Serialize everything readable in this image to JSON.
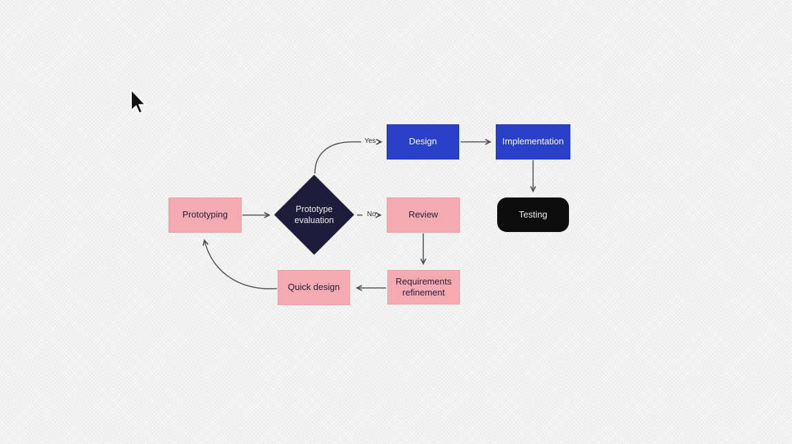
{
  "diagram": {
    "nodes": {
      "prototyping": {
        "label": "Prototyping"
      },
      "evaluation": {
        "line1": "Prototype",
        "line2": "evaluation"
      },
      "design": {
        "label": "Design"
      },
      "implementation": {
        "label": "Implementation"
      },
      "testing": {
        "label": "Testing"
      },
      "review": {
        "label": "Review"
      },
      "requirements": {
        "line1": "Requirements",
        "line2": "refinement"
      },
      "quick_design": {
        "label": "Quick design"
      }
    },
    "edges": {
      "yes_label": "Yes",
      "no_label": "No",
      "connections": [
        {
          "from": "Prototyping",
          "to": "Prototype evaluation"
        },
        {
          "from": "Prototype evaluation",
          "to": "Design",
          "label": "Yes"
        },
        {
          "from": "Prototype evaluation",
          "to": "Review",
          "label": "No"
        },
        {
          "from": "Design",
          "to": "Implementation"
        },
        {
          "from": "Implementation",
          "to": "Testing"
        },
        {
          "from": "Review",
          "to": "Requirements refinement"
        },
        {
          "from": "Requirements refinement",
          "to": "Quick design"
        },
        {
          "from": "Quick design",
          "to": "Prototyping"
        }
      ]
    },
    "colors": {
      "canvas_background": "#f1f1f0",
      "pink_node": "#f5a9b0",
      "blue_node": "#2941c9",
      "diamond_node": "#1d1d3b",
      "black_node": "#0d0d0d",
      "connector": "#4d4d4d",
      "dark_text": "#1e1e38",
      "light_text": "#f2ecef"
    },
    "cursor": {
      "visible": true
    }
  }
}
